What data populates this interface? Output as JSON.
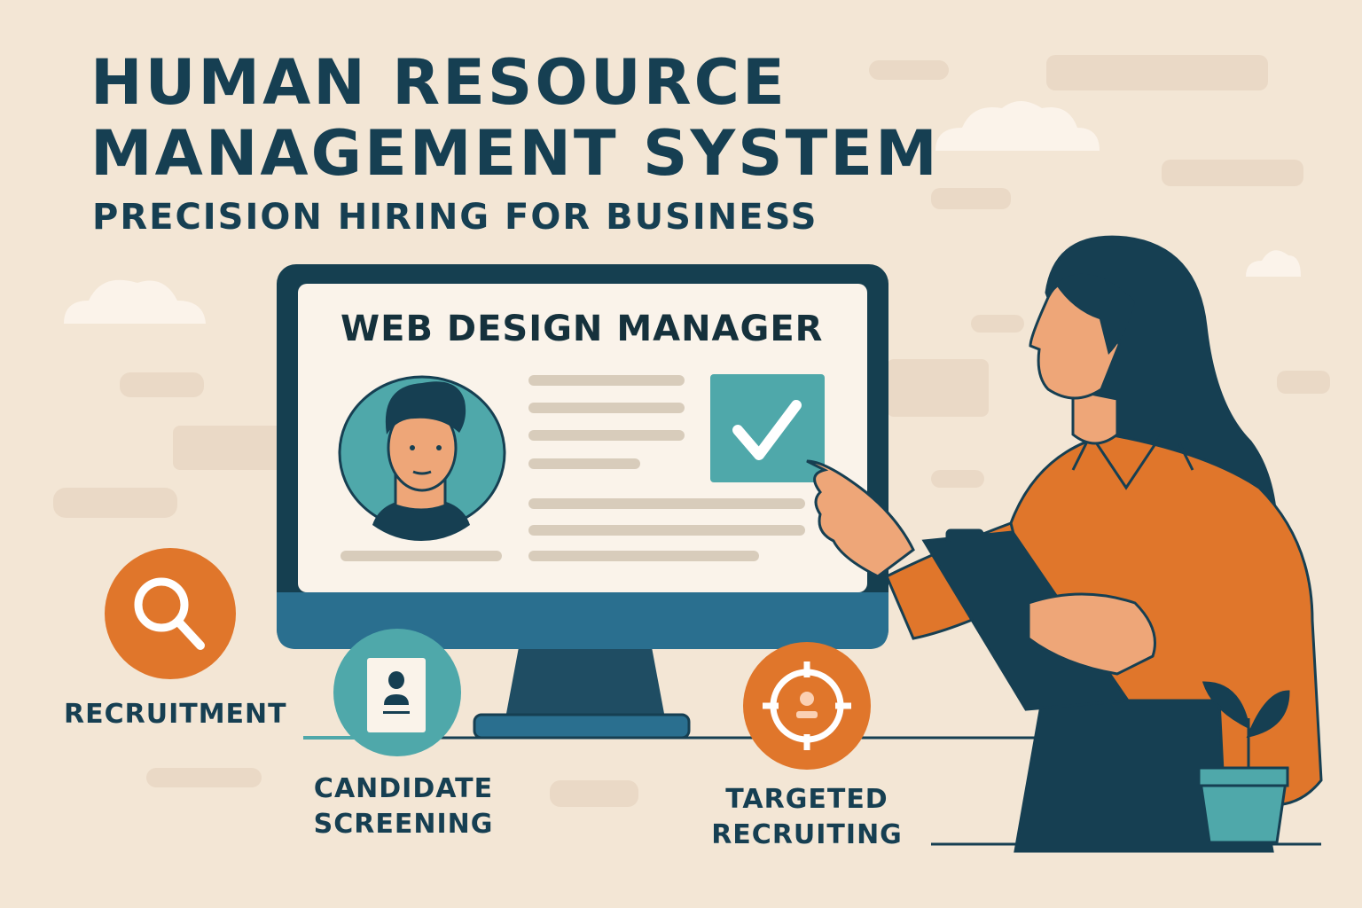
{
  "header": {
    "title_line1": "HUMAN RESOURCE",
    "title_line2": "MANAGEMENT SYSTEM",
    "subtitle": "PRECISION HIRING FOR BUSINESS"
  },
  "monitor": {
    "job_title": "WEB DESIGN MANAGER"
  },
  "features": [
    {
      "label": "RECRUITMENT",
      "icon": "magnifier-icon"
    },
    {
      "label_line1": "CANDIDATE",
      "label_line2": "SCREENING",
      "icon": "id-card-icon"
    },
    {
      "label_line1": "TARGETED",
      "label_line2": "RECRUITING",
      "icon": "target-person-icon"
    }
  ],
  "colors": {
    "background": "#f3e6d5",
    "navy": "#163f52",
    "teal": "#4fa8aa",
    "orange": "#e0762b",
    "screen": "#faf3ea"
  }
}
